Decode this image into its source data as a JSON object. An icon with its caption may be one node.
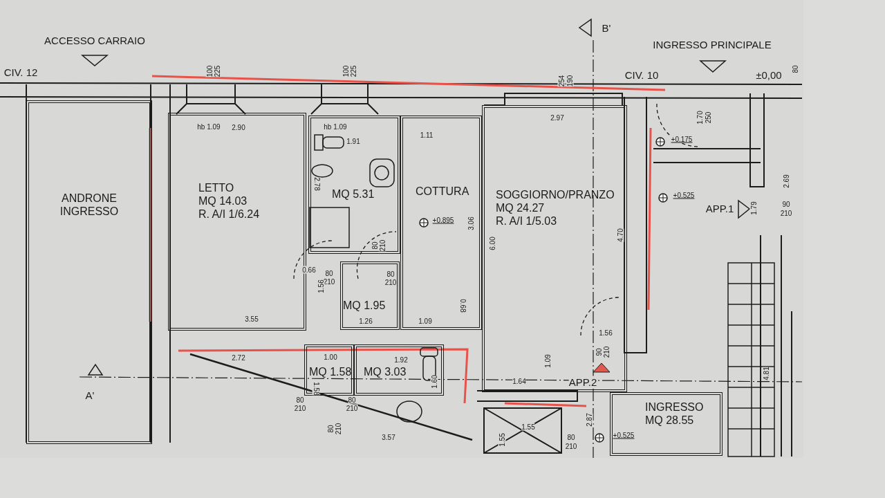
{
  "diagram": {
    "nodes": [
      {
        "text": [
          "ANDRONE INGRESSO"
        ]
      },
      {
        "text": [
          "LETTO",
          "MQ 14.03",
          "R. A/I 1/6.24"
        ]
      },
      {
        "text": [
          "MQ 5.31"
        ]
      },
      {
        "text": [
          "COTTURA"
        ]
      },
      {
        "text": [
          "SOGGIORNO/PRANZO",
          "MQ 24.27",
          "R. A/I 1/5.03"
        ]
      },
      {
        "text": [
          "MQ 1.95"
        ]
      },
      {
        "text": [
          "MQ 1.58"
        ]
      },
      {
        "text": [
          "MQ 3.03"
        ]
      },
      {
        "text": [
          "INGRESSO",
          "MQ 28.55"
        ]
      }
    ],
    "edges": [],
    "labels": [
      "ACCESSO CARRAIO",
      "B'",
      "INGRESSO PRINCIPALE",
      "CIV. 12",
      "100",
      "225",
      "100",
      "225",
      "254",
      "190",
      "CIV. 10",
      "±0,00",
      "80",
      "hb 1.09",
      "2.90",
      "hb 1.09",
      "1.91",
      "1.11",
      "2.97",
      "1.70",
      "250",
      "+0.175",
      "2.78",
      "2.69",
      "+0.525",
      "APP.1",
      "1.79",
      "90",
      "210",
      "+0.895",
      "3.06",
      "6.00",
      "4.70",
      "80",
      "210",
      "0.66",
      "80",
      "210",
      "1.56",
      "80",
      "210",
      "0.68",
      "3.55",
      "1.26",
      "1.09",
      "1.56",
      "90",
      "210",
      "2.72",
      "1.00",
      "1.92",
      "1.09",
      "1.58",
      "1.60",
      "1.64",
      "APP.2",
      "A'",
      "80",
      "210",
      "80",
      "210",
      "4.81",
      "80",
      "210",
      "3.57",
      "1.55",
      "1.55",
      "80",
      "210",
      "2.87",
      "+0.525"
    ]
  }
}
